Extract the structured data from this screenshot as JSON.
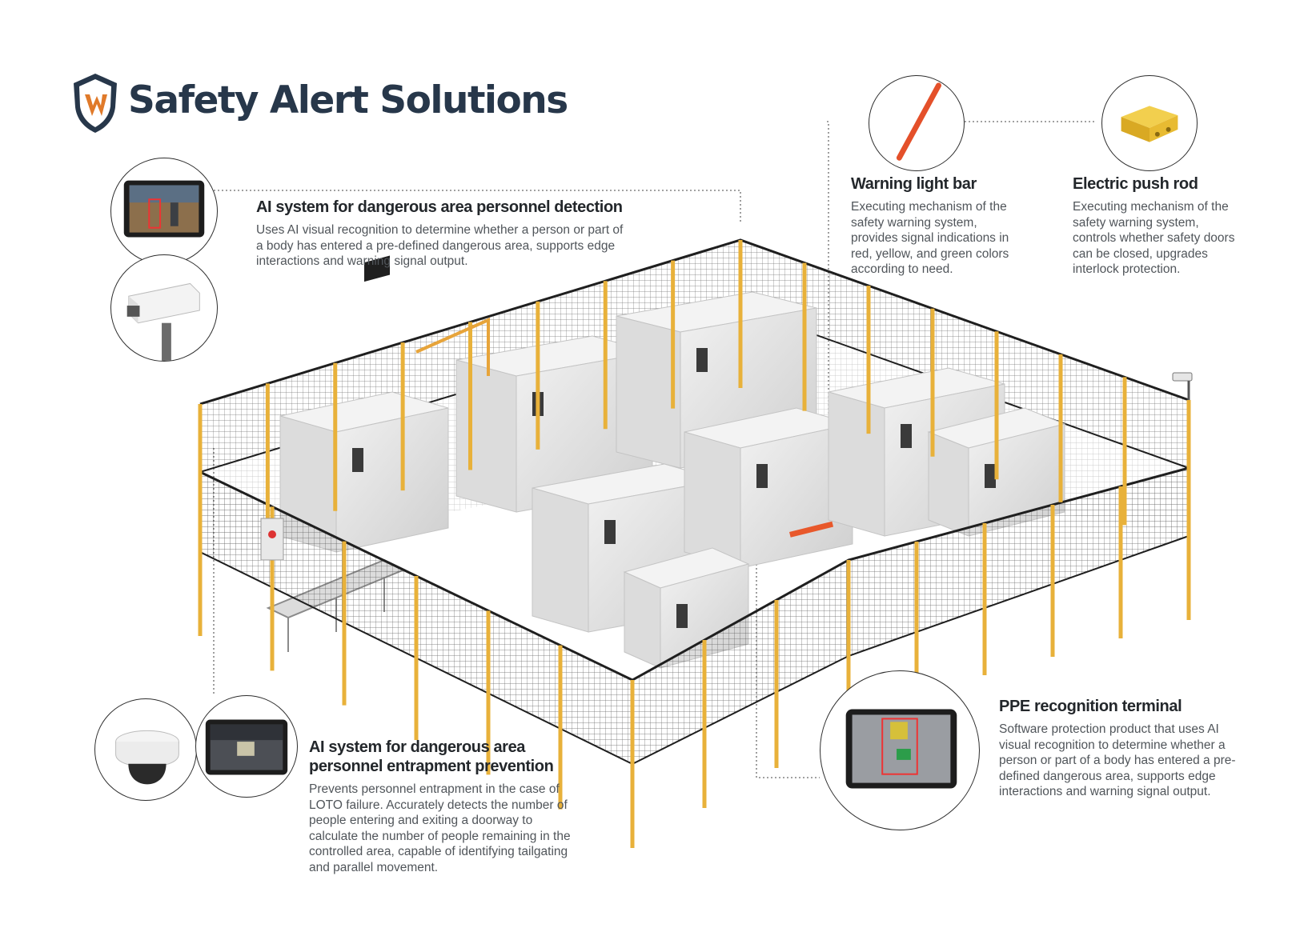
{
  "header": {
    "title": "Safety Alert Solutions",
    "brand_colors": {
      "navy": "#27374a",
      "orange": "#e07a2a"
    }
  },
  "callouts": {
    "ai_detection": {
      "title": "AI system for dangerous area personnel detection",
      "body": "Uses AI visual recognition to determine whether a person or part of a body has entered a pre-defined dangerous area, supports edge interactions and warning signal output."
    },
    "warning_light": {
      "title": "Warning light bar",
      "body": "Executing mechanism of the safety warning system, provides signal indications in red, yellow, and green colors according to need."
    },
    "push_rod": {
      "title": "Electric push rod",
      "body": "Executing mechanism of the safety warning system, controls whether safety doors can be closed, upgrades interlock protection."
    },
    "entrapment": {
      "title": "AI system for dangerous area personnel entrapment prevention",
      "body": "Prevents personnel entrapment in the case of LOTO failure. Accurately detects the number of people entering and exiting a doorway to calculate the number of people remaining in the controlled area, capable of identifying tailgating and parallel movement."
    },
    "ppe": {
      "title": "PPE recognition terminal",
      "body": "Software protection product that uses AI visual recognition to determine whether a person or part of a body has entered a pre-defined dangerous area, supports edge interactions and warning signal output."
    }
  },
  "bubbles": [
    {
      "name": "tablet-detection-bubble",
      "icon": "tablet-icon"
    },
    {
      "name": "box-camera-bubble",
      "icon": "camera-icon"
    },
    {
      "name": "warning-light-bar-bubble",
      "icon": "light-bar-icon"
    },
    {
      "name": "electric-push-rod-bubble",
      "icon": "push-rod-icon"
    },
    {
      "name": "dome-camera-bubble",
      "icon": "dome-camera-icon"
    },
    {
      "name": "tablet-entrapment-bubble",
      "icon": "tablet-icon"
    },
    {
      "name": "ppe-tablet-bubble",
      "icon": "tablet-icon"
    }
  ]
}
